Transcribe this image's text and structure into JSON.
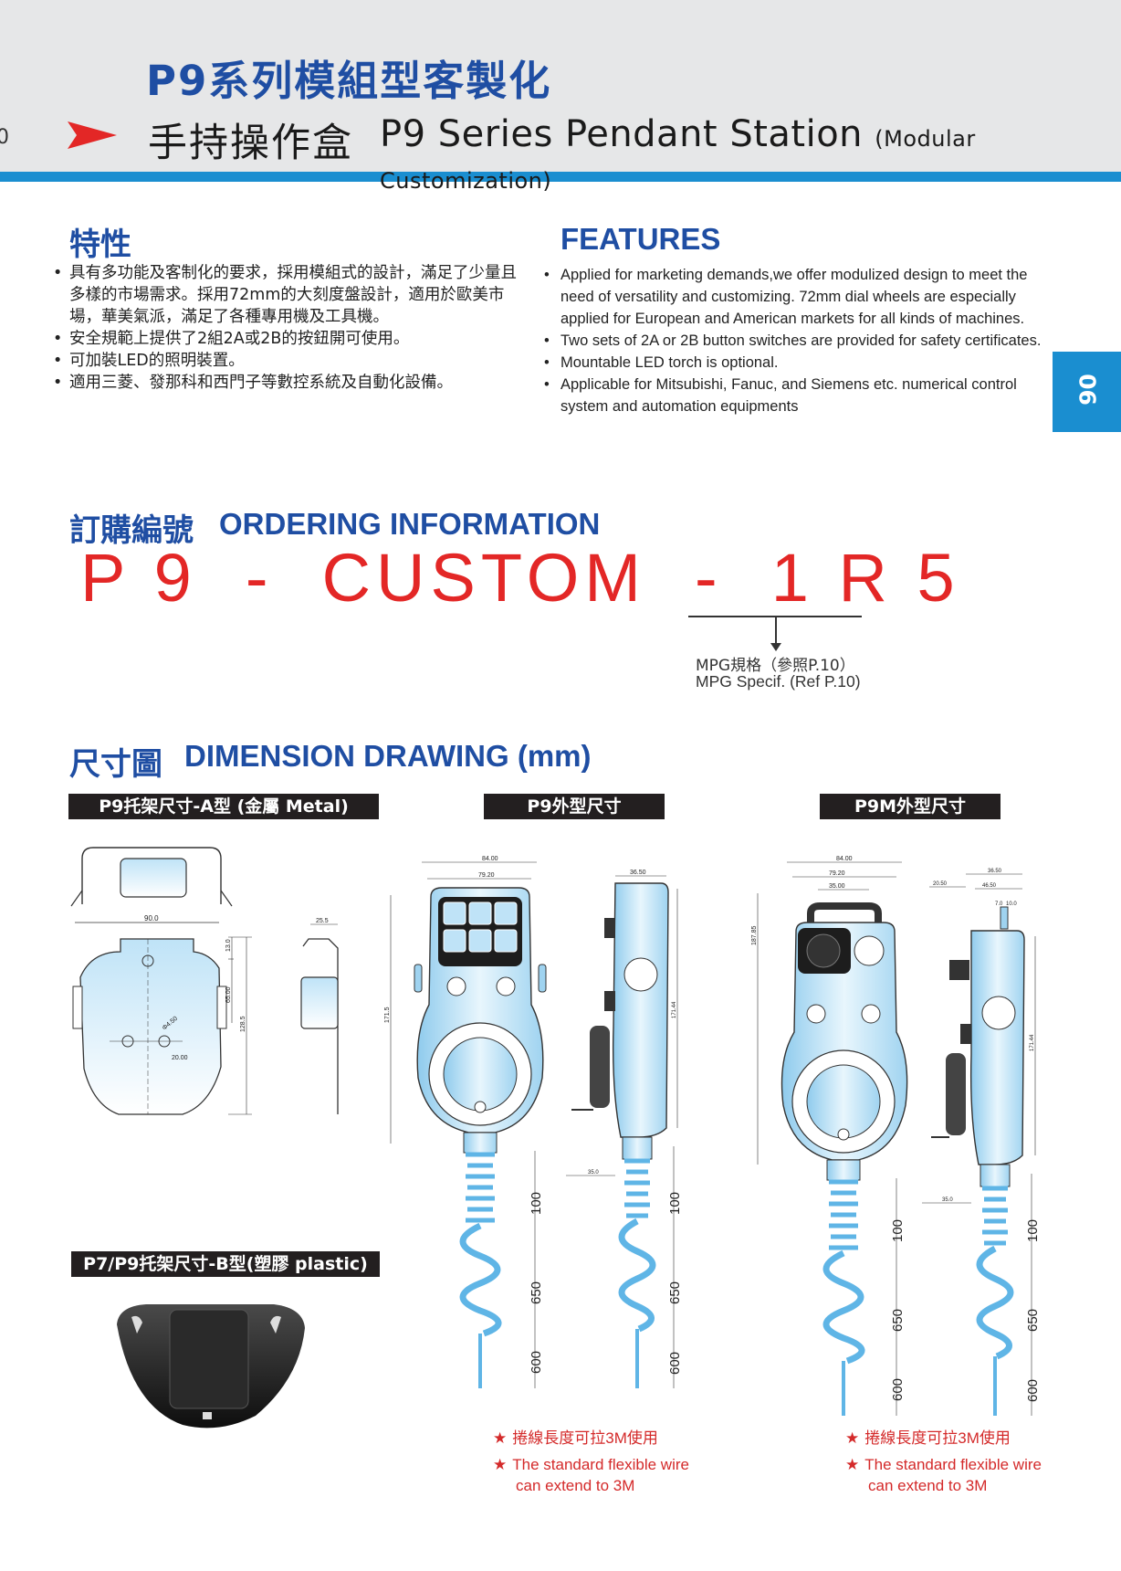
{
  "header": {
    "title_cn": "P9系列模組型客製化",
    "subtitle_cn": "手持操作盒",
    "subtitle_en": "P9 Series Pendant Station",
    "subtitle_en_sub": "(Modular Customization)",
    "edge_fragment": "0",
    "accent_color": "#1a8ed0",
    "title_color": "#1f4ea3",
    "arrow_color": "#e32726"
  },
  "side_tab": {
    "label": "06"
  },
  "features": {
    "cn_heading": "特性",
    "en_heading": "FEATURES",
    "cn_items": [
      "具有多功能及客制化的要求，採用模組式的設計，滿足了少量且多樣的市場需求。採用72mm的大刻度盤設計，適用於歐美市場，華美氣派，滿足了各種專用機及工具機。",
      "安全規範上提供了2組2A或2B的按鈕開可使用。",
      "可加裝LED的照明裝置。",
      "適用三菱、發那科和西門子等數控系統及自動化設備。"
    ],
    "en_items": [
      "Applied for marketing demands,we offer modulized design to meet the need of versatility and customizing. 72mm dial wheels are especially applied for European and American markets for all kinds of machines.",
      "Two sets of 2A or 2B button switches are provided for safety certificates.",
      "Mountable LED torch is optional.",
      "Applicable for Mitsubishi, Fanuc, and Siemens etc. numerical control system and automation equipments"
    ]
  },
  "ordering": {
    "cn_heading": "訂購編號",
    "en_heading": "ORDERING INFORMATION",
    "code": "P 9  -  CUSTOM  -  1 R 5",
    "note_cn": "MPG規格（參照P.10）",
    "note_en": "MPG Specif.  (Ref P.10)",
    "code_color": "#e32726"
  },
  "dimension": {
    "cn_heading": "尺寸圖",
    "en_heading": "DIMENSION DRAWING (mm)",
    "label_a": "P9托架尺寸-A型 (金屬 Metal)",
    "label_p9": "P9外型尺寸",
    "label_p9m": "P9M外型尺寸",
    "label_b": "P7/P9托架尺寸-B型(塑膠 plastic)",
    "bracket_a_dims": {
      "width": "90.0",
      "side": "25.5",
      "d1": "13.0",
      "d2": "65.00",
      "d3": "128.5",
      "hole": "Φ4.50",
      "spacing": "20.00"
    },
    "p9_dims": {
      "w1": "84.00",
      "w2": "79.20",
      "depth": "36.50",
      "height": "171.5",
      "height2": "171.44",
      "cable_off": "35.0",
      "c1": "100",
      "c2": "650",
      "c3": "600"
    },
    "p9m_dims": {
      "w1": "84.00",
      "w2": "79.20",
      "w3": "35.00",
      "height": "187.85",
      "d1": "20.50",
      "d2": "36.50",
      "d3": "46.50",
      "d4": "7.0",
      "d5": "10.0",
      "height2": "171.44",
      "cable_off": "35.0",
      "c1": "100",
      "c2": "650",
      "c3": "600"
    }
  },
  "notes": {
    "p9_line1": "捲線長度可拉3M使用",
    "p9_line2": "The standard flexible wire",
    "p9_line3": "can extend to 3M",
    "p9m_line1": "捲線長度可拉3M使用",
    "p9m_line2": "The standard flexible wire",
    "p9m_line3": "can extend to 3M",
    "star": "★"
  }
}
